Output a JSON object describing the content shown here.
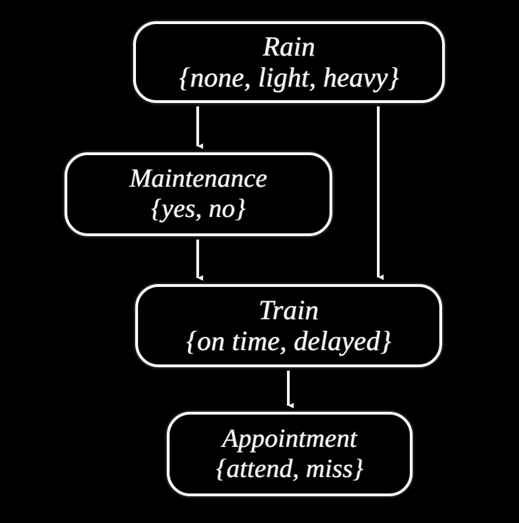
{
  "diagram": {
    "type": "bayesian-network",
    "title": "",
    "background_color": "#000000",
    "node_border_color": "#fdfdfb",
    "text_color": "#fbfbfa",
    "edge_color": "#f5f5f2",
    "nodes": [
      {
        "id": "rain",
        "name": "Rain",
        "states": "{none, light, heavy}",
        "states_list": [
          "none",
          "light",
          "heavy"
        ]
      },
      {
        "id": "maintenance",
        "name": "Maintenance",
        "states": "{yes, no}",
        "states_list": [
          "yes",
          "no"
        ]
      },
      {
        "id": "train",
        "name": "Train",
        "states": "{on time, delayed}",
        "states_list": [
          "on time",
          "delayed"
        ]
      },
      {
        "id": "appointment",
        "name": "Appointment",
        "states": "{attend, miss}",
        "states_list": [
          "attend",
          "miss"
        ]
      }
    ],
    "edges": [
      {
        "id": "rain-maintenance",
        "from": "Rain",
        "to": "Maintenance"
      },
      {
        "id": "rain-train",
        "from": "Rain",
        "to": "Train"
      },
      {
        "id": "maintenance-train",
        "from": "Maintenance",
        "to": "Train"
      },
      {
        "id": "train-appointment",
        "from": "Train",
        "to": "Appointment"
      }
    ]
  }
}
